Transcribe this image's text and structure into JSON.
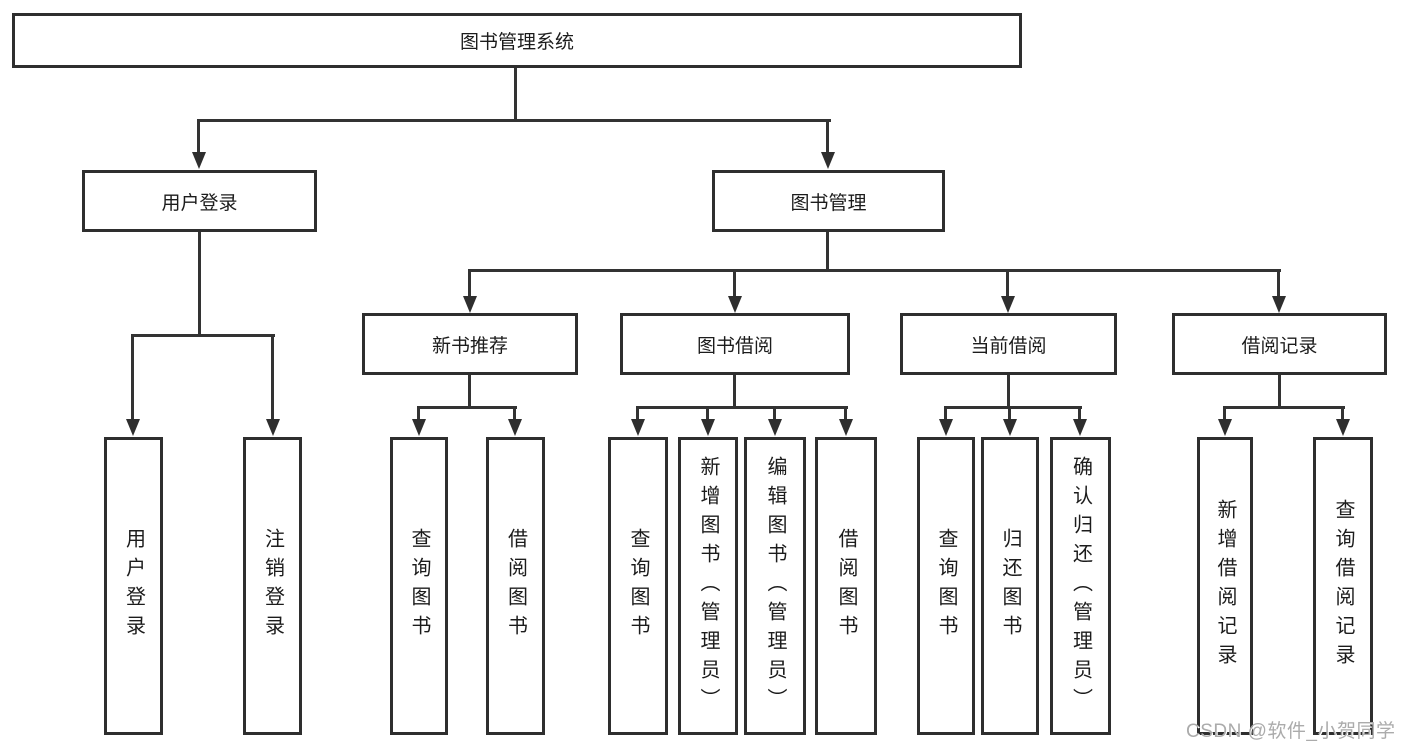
{
  "diagram": {
    "root": {
      "label": "图书管理系统"
    },
    "branches": [
      {
        "label": "用户登录",
        "children": [
          {
            "label": "用户登录"
          },
          {
            "label": "注销登录"
          }
        ]
      },
      {
        "label": "图书管理",
        "children": [
          {
            "label": "新书推荐",
            "children": [
              {
                "label": "查询图书"
              },
              {
                "label": "借阅图书"
              }
            ]
          },
          {
            "label": "图书借阅",
            "children": [
              {
                "label": "查询图书"
              },
              {
                "label": "新增图书（管理员）"
              },
              {
                "label": "编辑图书（管理员）"
              },
              {
                "label": "借阅图书"
              }
            ]
          },
          {
            "label": "当前借阅",
            "children": [
              {
                "label": "查询图书"
              },
              {
                "label": "归还图书"
              },
              {
                "label": "确认归还（管理员）"
              }
            ]
          },
          {
            "label": "借阅记录",
            "children": [
              {
                "label": "新增借阅记录"
              },
              {
                "label": "查询借阅记录"
              }
            ]
          }
        ]
      }
    ]
  },
  "watermark": "CSDN @软件_小贺同学",
  "colors": {
    "line": "#333333",
    "border": "#2e2e2e",
    "text": "#1c1c1c",
    "watermark": "#ababab"
  }
}
